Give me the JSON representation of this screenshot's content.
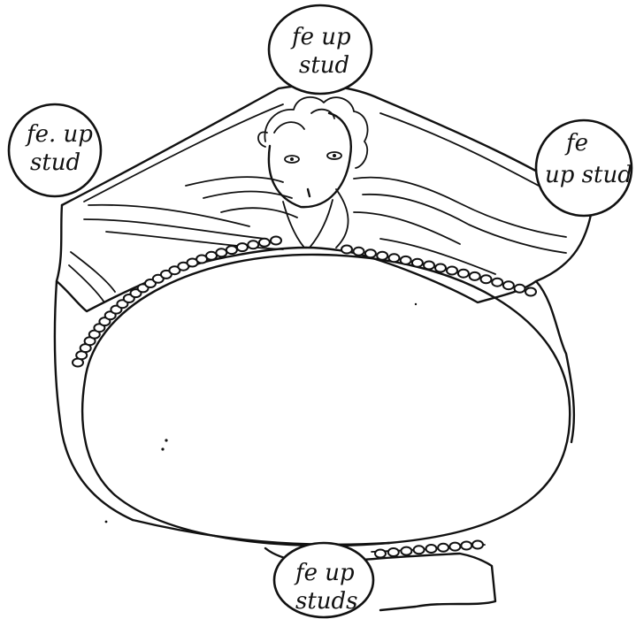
{
  "labels": {
    "top_1": "fe up",
    "top_2": "stud",
    "left_1": "fe. up",
    "left_2": "stud",
    "right_1": "fe",
    "right_2": "up stud",
    "bottom_1": "fe up",
    "bottom_2": "studs"
  },
  "colors": {
    "ink": "#111111",
    "paper": "#ffffff"
  }
}
